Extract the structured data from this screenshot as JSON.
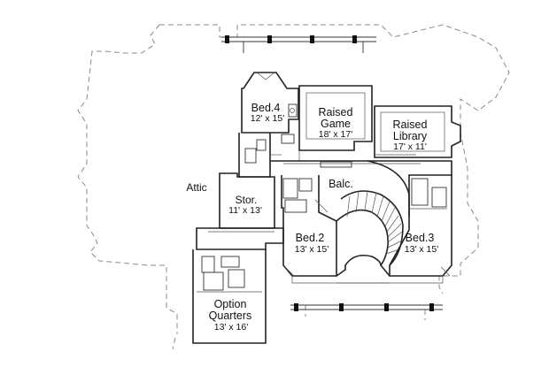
{
  "rooms": {
    "bed4": {
      "name": "Bed.4",
      "size": "12' x 15'"
    },
    "raised_game": {
      "name_line1": "Raised",
      "name_line2": "Game",
      "size": "18' x 17'"
    },
    "raised_library": {
      "name_line1": "Raised",
      "name_line2": "Library",
      "size": "17' x 11'"
    },
    "attic": {
      "name": "Attic"
    },
    "balc": {
      "name": "Balc."
    },
    "stor": {
      "name": "Stor.",
      "size": "11' x 13'"
    },
    "bed2": {
      "name": "Bed.2",
      "size": "13' x 15'"
    },
    "bed3": {
      "name": "Bed.3",
      "size": "13' x 15'"
    },
    "option_quarters": {
      "name_line1": "Option",
      "name_line2": "Quarters",
      "size": "13' x 16'"
    }
  }
}
